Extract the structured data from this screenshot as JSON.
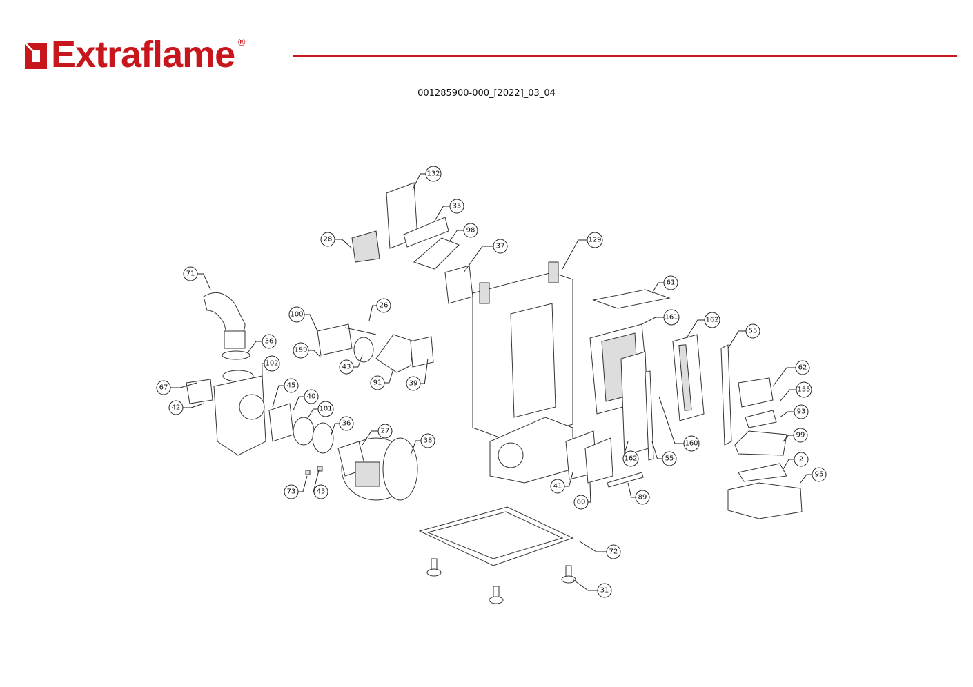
{
  "header": {
    "brand": "Extraflame",
    "registered_mark": "®",
    "document_code": "001285900-000_[2022]_03_04",
    "brand_color": "#c8161d"
  },
  "callouts": [
    "132",
    "35",
    "98",
    "28",
    "37",
    "129",
    "71",
    "61",
    "26",
    "100",
    "161",
    "162",
    "55",
    "36",
    "159",
    "43",
    "102",
    "91",
    "39",
    "62",
    "67",
    "45",
    "155",
    "40",
    "42",
    "101",
    "93",
    "36",
    "27",
    "38",
    "99",
    "160",
    "162",
    "55",
    "2",
    "95",
    "41",
    "73",
    "45",
    "89",
    "60",
    "72",
    "31"
  ]
}
